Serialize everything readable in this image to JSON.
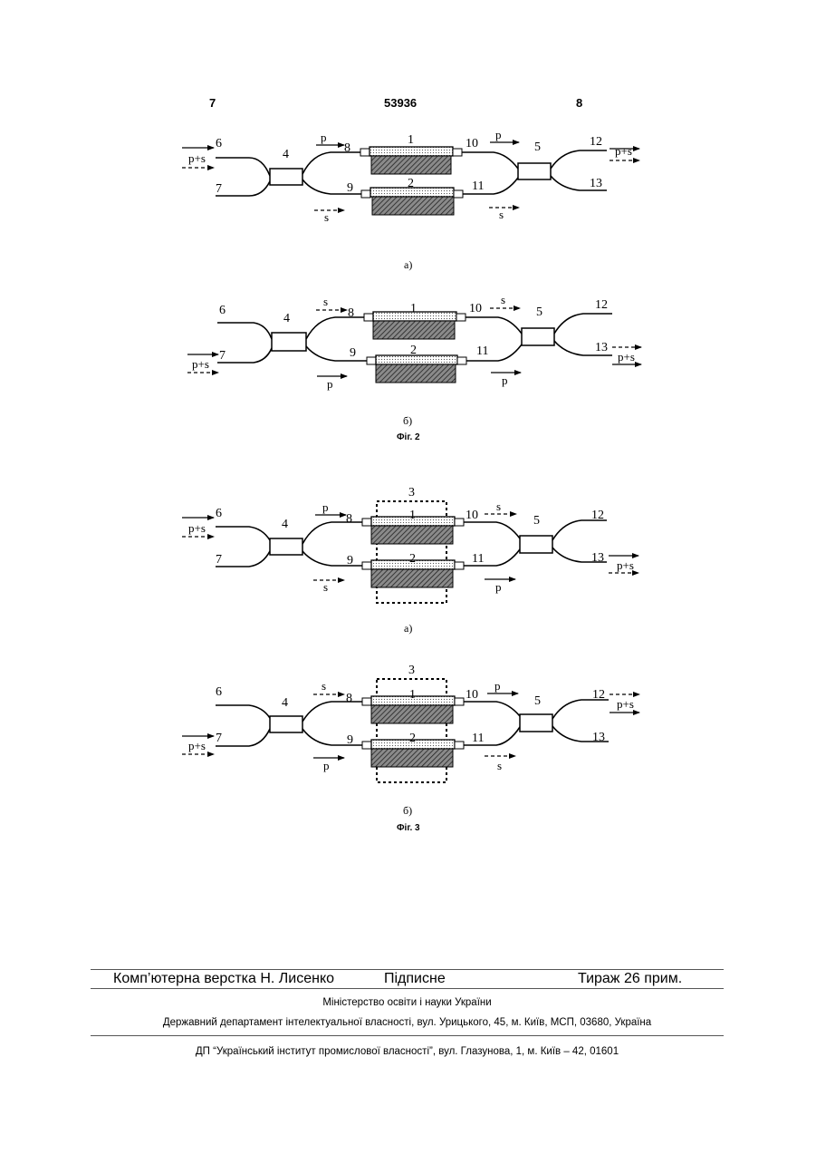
{
  "header": {
    "left_page": "7",
    "patent_number": "53936",
    "right_page": "8"
  },
  "figure2": {
    "caption": "Фіг. 2",
    "sub_a": {
      "label": "а)",
      "ports": {
        "p6": "6",
        "p7": "7",
        "p8": "8",
        "p9": "9",
        "p10": "10",
        "p11": "11",
        "p12": "12",
        "p13": "13"
      },
      "elements": {
        "coupler_in": "4",
        "coupler_out": "5",
        "fiber1": "1",
        "fiber2": "2"
      },
      "signals": {
        "in_left": "p+s",
        "top_left": "p",
        "bottom_left": "s",
        "top_right": "p",
        "bottom_right": "s",
        "out_right": "p+s"
      }
    },
    "sub_b": {
      "label": "б)",
      "ports": {
        "p6": "6",
        "p7": "7",
        "p8": "8",
        "p9": "9",
        "p10": "10",
        "p11": "11",
        "p12": "12",
        "p13": "13"
      },
      "elements": {
        "coupler_in": "4",
        "coupler_out": "5",
        "fiber1": "1",
        "fiber2": "2"
      },
      "signals": {
        "in_left": "p+s",
        "top_left": "s",
        "bottom_left": "p",
        "top_right": "s",
        "bottom_right": "p",
        "out_right": "p+s"
      }
    }
  },
  "figure3": {
    "caption": "Фіг. 3",
    "sub_a": {
      "label": "а)",
      "enclosure": "3",
      "ports": {
        "p6": "6",
        "p7": "7",
        "p8": "8",
        "p9": "9",
        "p10": "10",
        "p11": "11",
        "p12": "12",
        "p13": "13"
      },
      "elements": {
        "coupler_in": "4",
        "coupler_out": "5",
        "fiber1": "1",
        "fiber2": "2"
      },
      "signals": {
        "in_left": "p+s",
        "top_left": "p",
        "bottom_left": "s",
        "top_right": "s",
        "bottom_right": "p",
        "out_right": "p+s"
      }
    },
    "sub_b": {
      "label": "б)",
      "enclosure": "3",
      "ports": {
        "p6": "6",
        "p7": "7",
        "p8": "8",
        "p9": "9",
        "p10": "10",
        "p11": "11",
        "p12": "12",
        "p13": "13"
      },
      "elements": {
        "coupler_in": "4",
        "coupler_out": "5",
        "fiber1": "1",
        "fiber2": "2"
      },
      "signals": {
        "in_left": "p+s",
        "top_left": "s",
        "bottom_left": "p",
        "top_right": "p",
        "bottom_right": "s",
        "out_right": "p+s"
      }
    }
  },
  "footer": {
    "layout": "Комп’ютерна верстка Н. Лисенко",
    "signed": "Підписне",
    "circulation": "Тираж 26 прим.",
    "ministry": "Міністерство освіти і науки України",
    "department": "Державний департамент інтелектуальної власності, вул. Урицького, 45, м. Київ, МСП, 03680, Україна",
    "institute": "ДП “Український інститут промислової власності”, вул. Глазунова, 1, м. Київ – 42, 01601"
  }
}
